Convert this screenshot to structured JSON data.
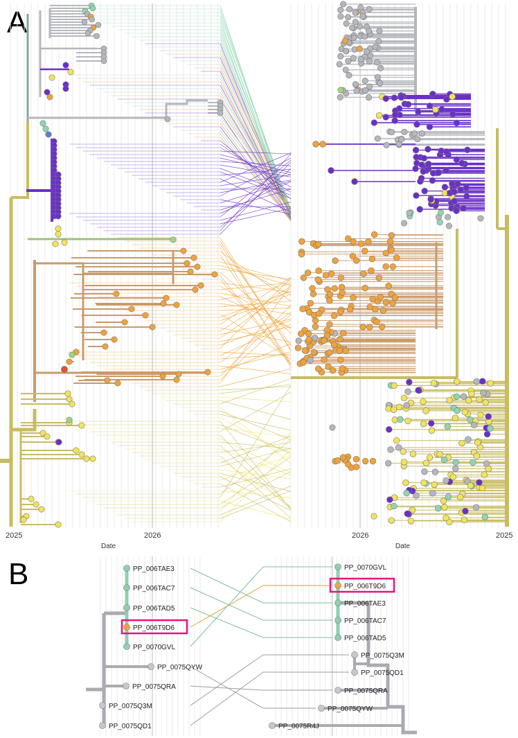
{
  "panels": {
    "a_label": "A",
    "b_label": "B"
  },
  "axes": {
    "left_start": "2025",
    "left_mid": "2026",
    "right_mid": "2026",
    "right_end": "2025",
    "left_title": "Date",
    "right_title": "Date"
  },
  "colors": {
    "purple": "#6a2fc9",
    "orange": "#f0a33a",
    "yellow": "#f2e35a",
    "grey": "#b5b7bd",
    "green": "#8fd6b0",
    "olive": "#c8bc62",
    "tan": "#c99a6b",
    "highlight": "#e6147e"
  },
  "panel_b": {
    "left_tips": [
      "PP_006TAE3",
      "PP_006TAC7",
      "PP_006TAD5",
      "PP_006T9D6",
      "PP_0070GVL",
      "PP_0075QYW",
      "PP_0075QRA",
      "PP_0075Q3M",
      "PP_0075QD1"
    ],
    "right_tips": [
      "PP_0070GVL",
      "PP_006T9D6",
      "PP_006TAE3",
      "PP_006TAC7",
      "PP_006TAD5",
      "PP_0075Q3M",
      "PP_0075QD1",
      "PP_0075QRA",
      "PP_0075QYW",
      "PP_0075R4J"
    ],
    "highlighted": "PP_006T9D6"
  }
}
